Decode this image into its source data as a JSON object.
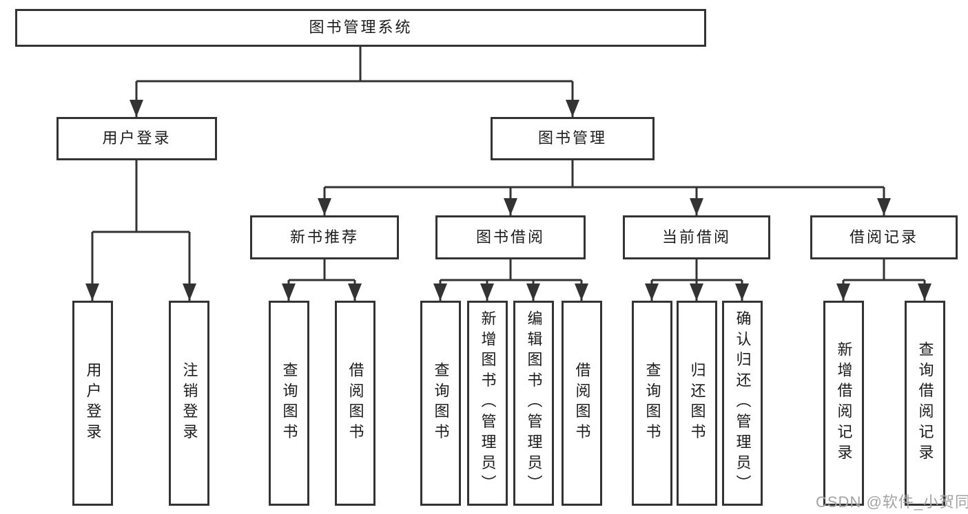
{
  "diagram": {
    "root": "图书管理系统",
    "level2": [
      "用户登录",
      "图书管理"
    ],
    "level3": [
      "新书推荐",
      "图书借阅",
      "当前借阅",
      "借阅记录"
    ],
    "leaves": [
      "用户登录",
      "注销登录",
      "查询图书",
      "借阅图书",
      "查询图书",
      "新增图书（管理员）",
      "编辑图书（管理员）",
      "借阅图书",
      "查询图书",
      "归还图书",
      "确认归还（管理员）",
      "新增借阅记录",
      "查询借阅记录"
    ]
  },
  "watermark": "CSDN @软件_小贺同学",
  "colors": {
    "line": "#333333",
    "text": "#1c1c1c",
    "watermark": "#a3a3a3",
    "background": "#ffffff"
  }
}
